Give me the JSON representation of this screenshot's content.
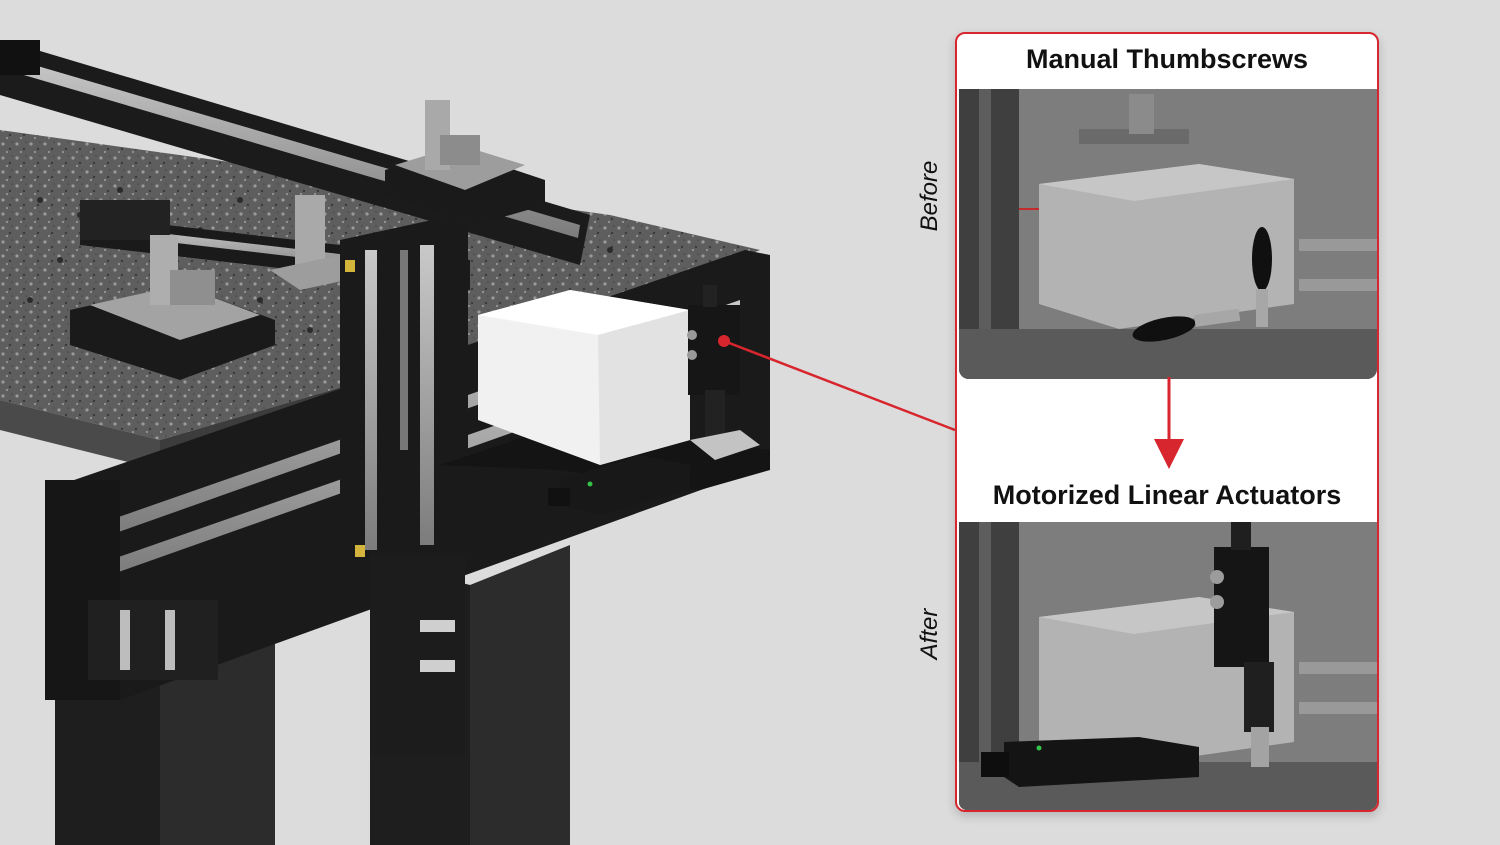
{
  "callout": {
    "top_heading": "Manual Thumbscrews",
    "bottom_heading": "Motorized Linear Actuators",
    "before_label": "Before",
    "after_label": "After"
  },
  "colors": {
    "accent_red": "#d7262e",
    "background": "#dcdcdc",
    "machine_black": "#1a1a1a",
    "granite": "#5a5a5a"
  },
  "icons": [
    "arrow-down-icon",
    "callout-dot-icon"
  ]
}
